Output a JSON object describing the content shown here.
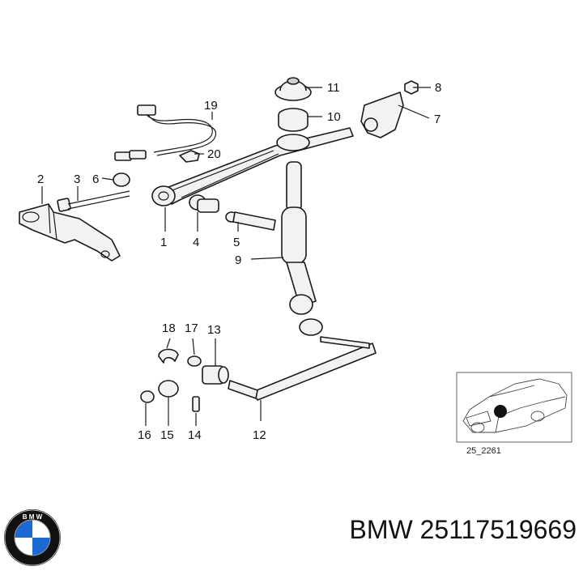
{
  "callouts": {
    "c1": "1",
    "c2": "2",
    "c3": "3",
    "c4": "4",
    "c5": "5",
    "c6": "6",
    "c7": "7",
    "c8": "8",
    "c9": "9",
    "c10": "10",
    "c11": "11",
    "c12": "12",
    "c13": "13",
    "c14": "14",
    "c15": "15",
    "c16": "16",
    "c17": "17",
    "c18": "18",
    "c19": "19",
    "c20": "20"
  },
  "inset": {
    "code": "25_2261"
  },
  "footer": {
    "brand": "BMW",
    "part_number": "25117519669",
    "text": "BMW 25117519669"
  },
  "logo": {
    "lettering": "BMW"
  },
  "colors": {
    "line": "#1a1a1a",
    "logo_blue": "#1c69d4"
  }
}
